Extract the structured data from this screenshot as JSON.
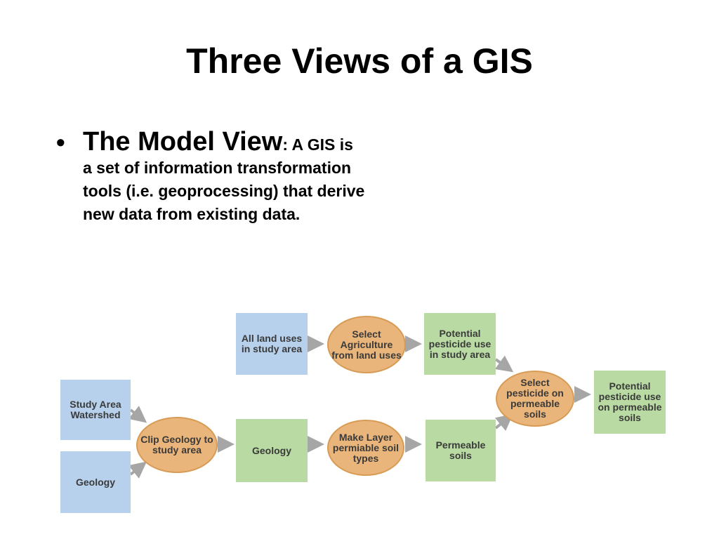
{
  "slide": {
    "title": "Three Views of a GIS",
    "bullet": {
      "symbol": "•",
      "heading": "The Model View",
      "separator": ": A",
      "body": "GIS is a set of information transformation tools (i.e. geoprocessing) that derive new  data from existing data."
    }
  },
  "diagram": {
    "colors": {
      "data_box": "#b7d1ec",
      "derived_box": "#b9dba3",
      "process": "#eab57a",
      "arrow": "#a6a6a6"
    },
    "nodes": {
      "study_area_watershed": "Study Area Watershed",
      "geology_input": "Geology",
      "clip": "Clip Geology to study area",
      "geology_clipped": "Geology",
      "make_layer": "Make Layer permiable soil types",
      "permeable_soils": "Permeable soils",
      "all_land_uses": "All land uses in study area",
      "select_agriculture": "Select Agriculture from land uses",
      "potential_use": "Potential pesticide use in study area",
      "select_pesticide": "Select pesticide on permeable soils",
      "result": "Potential pesticide use on permeable soils"
    }
  }
}
